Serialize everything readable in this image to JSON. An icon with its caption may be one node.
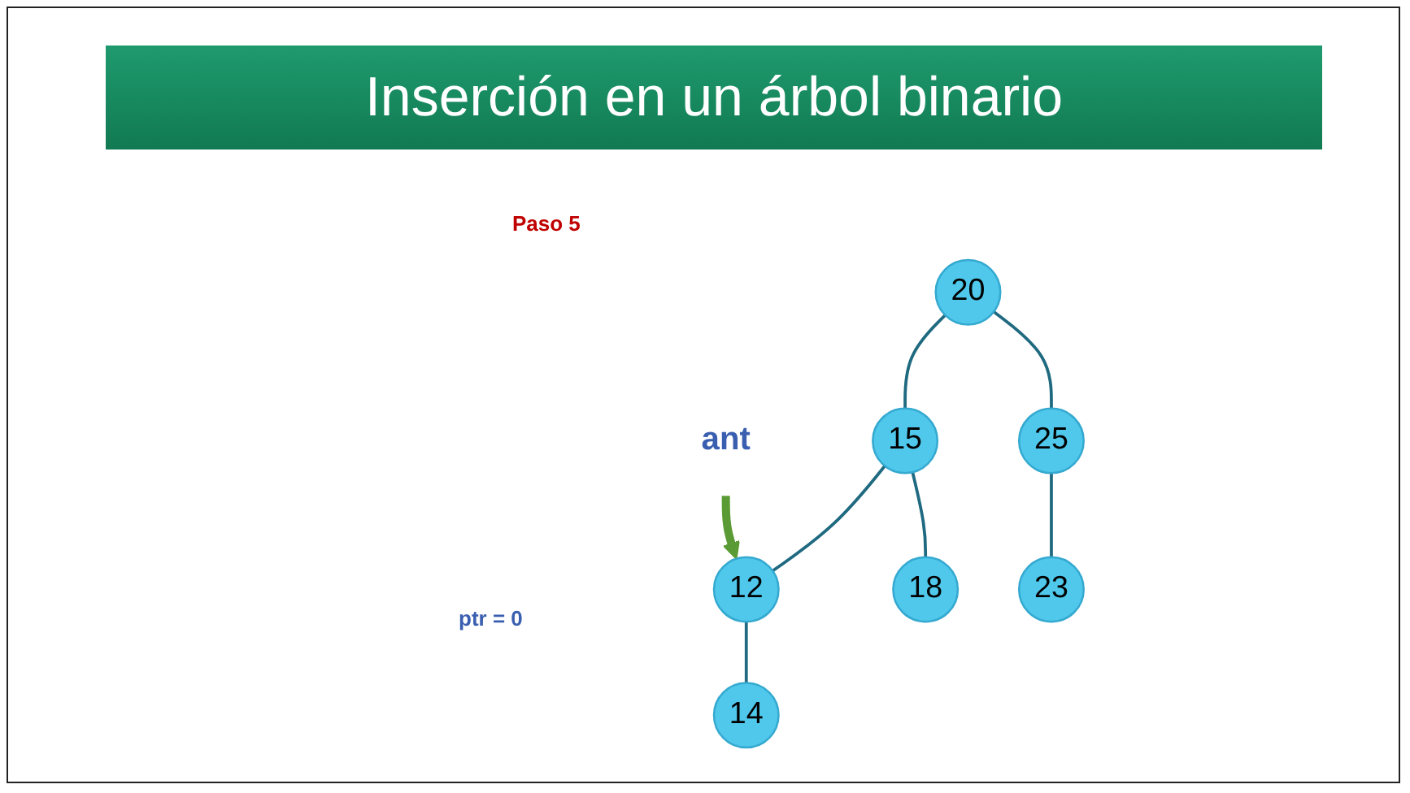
{
  "diagram": {
    "title": "Inserción en un árbol binario",
    "nodes": [
      {
        "text": [
          "20"
        ]
      },
      {
        "text": [
          "15"
        ]
      },
      {
        "text": [
          "25"
        ]
      },
      {
        "text": [
          "12"
        ]
      },
      {
        "text": [
          "18"
        ]
      },
      {
        "text": [
          "23"
        ]
      },
      {
        "text": [
          "14"
        ]
      },
      {
        "text": [
          "ant"
        ]
      }
    ],
    "edges": [
      {
        "from": 0,
        "to": 1,
        "arrow": "none"
      },
      {
        "from": 0,
        "to": 2,
        "arrow": "none"
      },
      {
        "from": 1,
        "to": 3,
        "arrow": "none"
      },
      {
        "from": 1,
        "to": 4,
        "arrow": "none"
      },
      {
        "from": 2,
        "to": 5,
        "arrow": "none"
      },
      {
        "from": 3,
        "to": 6,
        "arrow": "none"
      },
      {
        "from": 7,
        "to": 3,
        "arrow": "to",
        "style": "thick",
        "color": "#5b9b35"
      }
    ],
    "labels": [
      "Paso 5",
      "ptr = 0"
    ]
  }
}
